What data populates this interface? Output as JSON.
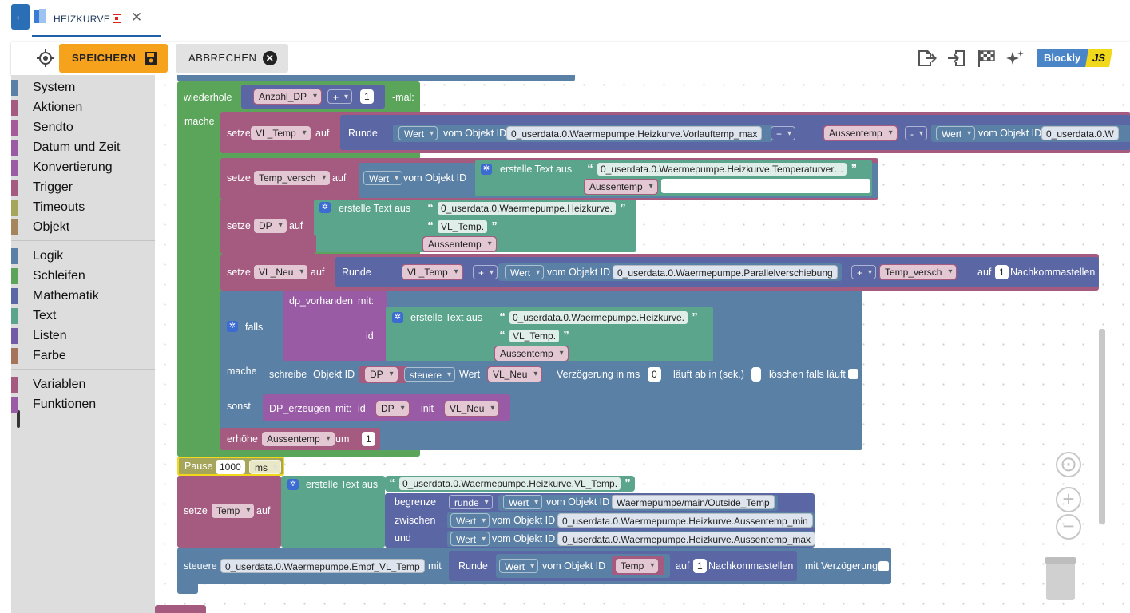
{
  "tab": {
    "title": "HEIZKURVE"
  },
  "toolbar": {
    "save_label": "SPEICHERN",
    "cancel_label": "ABBRECHEN",
    "blockly_label": "Blockly",
    "js_label": "JS"
  },
  "categories": [
    {
      "label": "System",
      "color": "#5b80a5"
    },
    {
      "label": "Aktionen",
      "color": "#a55b80"
    },
    {
      "label": "Sendto",
      "color": "#a55b99"
    },
    {
      "label": "Datum und Zeit",
      "color": "#9a5ba5"
    },
    {
      "label": "Konvertierung",
      "color": "#9a5ba5"
    },
    {
      "label": "Trigger",
      "color": "#a55b80"
    },
    {
      "label": "Timeouts",
      "color": "#a5a55b"
    },
    {
      "label": "Objekt",
      "color": "#a5855b"
    },
    {
      "label": "Logik",
      "color": "#5b80a5"
    },
    {
      "label": "Schleifen",
      "color": "#5ba55b"
    },
    {
      "label": "Mathematik",
      "color": "#5b67a5"
    },
    {
      "label": "Text",
      "color": "#5ba58c"
    },
    {
      "label": "Listen",
      "color": "#745ba5"
    },
    {
      "label": "Farbe",
      "color": "#a5745b"
    },
    {
      "label": "Variablen",
      "color": "#a55b80"
    },
    {
      "label": "Funktionen",
      "color": "#995ba5"
    }
  ],
  "blocks": {
    "repeat": {
      "label": "wiederhole",
      "var": "Anzahl_DP",
      "op": "+",
      "num": "1",
      "suffix": "-mal:",
      "do": "mache"
    },
    "set": "setze",
    "to": "auf",
    "round": "Runde",
    "value": "Wert",
    "of_object": "vom Objekt ID",
    "create_text": "erstelle Text aus",
    "s1": {
      "var": "VL_Temp",
      "str1": "0_userdata.0.Waermepumpe.Heizkurve.Vorlauftemp_max",
      "op1": "+",
      "var2": "Aussentemp",
      "op2": "-",
      "str2": "0_userdata.0.W"
    },
    "s2": {
      "var": "Temp_versch",
      "str": "0_userdata.0.Waermepumpe.Heizkurve.Temperaturver…",
      "var2": "Aussentemp"
    },
    "s3": {
      "var": "DP",
      "str1": "0_userdata.0.Waermepumpe.Heizkurve.",
      "str2": "VL_Temp.",
      "var2": "Aussentemp"
    },
    "s4": {
      "var": "VL_Neu",
      "var1": "VL_Temp",
      "op1": "+",
      "str": "0_userdata.0.Waermepumpe.Parallelverschiebung",
      "op2": "+",
      "var2": "Temp_versch",
      "decimals_pre": "auf",
      "decimals": "1",
      "decimals_post": "Nachkommastellen"
    },
    "if": {
      "label": "falls",
      "func": "dp_vorhanden",
      "with": "mit:",
      "id": "id",
      "str1": "0_userdata.0.Waermepumpe.Heizkurve.",
      "str2": "VL_Temp.",
      "var": "Aussentemp",
      "do": "mache",
      "else": "sonst"
    },
    "write": {
      "label": "schreibe",
      "obj": "Objekt ID",
      "var": "DP",
      "mode": "steuere",
      "val_label": "Wert",
      "val": "VL_Neu",
      "delay_label": "Verzögerung in ms",
      "delay": "0",
      "expire_label": "läuft ab in (sek.)",
      "clear_label": "löschen falls läuft"
    },
    "create": {
      "func": "DP_erzeugen",
      "with": "mit:",
      "id": "id",
      "var": "DP",
      "init": "init",
      "val": "VL_Neu"
    },
    "inc": {
      "label": "erhöhe",
      "var": "Aussentemp",
      "by": "um",
      "num": "1"
    },
    "pause": {
      "label": "Pause",
      "num": "1000",
      "unit": "ms"
    },
    "s5": {
      "var": "Temp",
      "str": "0_userdata.0.Waermepumpe.Heizkurve.VL_Temp.",
      "limit": "begrenze",
      "round_mode": "runde",
      "obj1": "Waermepumpe/main/Outside_Temp",
      "between": "zwischen",
      "obj2": "0_userdata.0.Waermepumpe.Heizkurve.Aussentemp_min",
      "and": "und",
      "obj3": "0_userdata.0.Waermepumpe.Heizkurve.Aussentemp_max"
    },
    "control": {
      "label": "steuere",
      "obj": "0_userdata.0.Waermepumpe.Empf_VL_Temp",
      "with": "mit",
      "var": "Temp",
      "decimals_pre": "auf",
      "decimals": "1",
      "decimals_post": "Nachkommastellen",
      "delay_label": "mit Verzögerung"
    }
  }
}
